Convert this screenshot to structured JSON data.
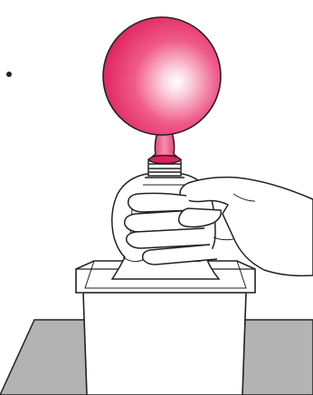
{
  "scene": {
    "objects": [
      "balloon",
      "bottle",
      "hand",
      "container",
      "table"
    ],
    "colors": {
      "balloon": "#e8336a",
      "balloon_highlight": "#ffffff",
      "outline": "#222222",
      "table": "#b3b3b3",
      "container": "#ffffff",
      "skin": "#ffffff"
    }
  }
}
